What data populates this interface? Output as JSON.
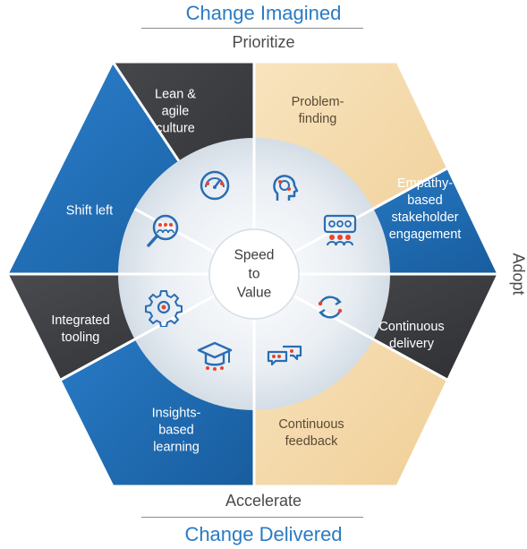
{
  "header": {
    "top_title": "Change Imagined",
    "bottom_title": "Change Delivered"
  },
  "phases": {
    "top": "Prioritize",
    "right": "Adopt",
    "bottom": "Accelerate"
  },
  "center": {
    "label": "Speed\nto\nValue"
  },
  "segments": [
    {
      "label": "Lean &\nagile\nculture",
      "icon": "gauge-icon"
    },
    {
      "label": "Problem-\nfinding",
      "icon": "head-profile-icon"
    },
    {
      "label": "Empathy-\nbased\nstakeholder\nengagement",
      "icon": "people-ideas-icon"
    },
    {
      "label": "Continuous\ndelivery",
      "icon": "refresh-cycle-icon"
    },
    {
      "label": "Continuous\nfeedback",
      "icon": "chat-bubbles-icon"
    },
    {
      "label": "Insights-\nbased\nlearning",
      "icon": "graduation-cap-icon"
    },
    {
      "label": "Integrated\ntooling",
      "icon": "gear-icon"
    },
    {
      "label": "Shift left",
      "icon": "magnifier-people-icon"
    }
  ],
  "colors": {
    "dark": "#3d3e41",
    "blue": "#1f6fb8",
    "tan": "#f4d9aa",
    "accent": "#e8452c",
    "icon_blue": "#2a6db3"
  }
}
